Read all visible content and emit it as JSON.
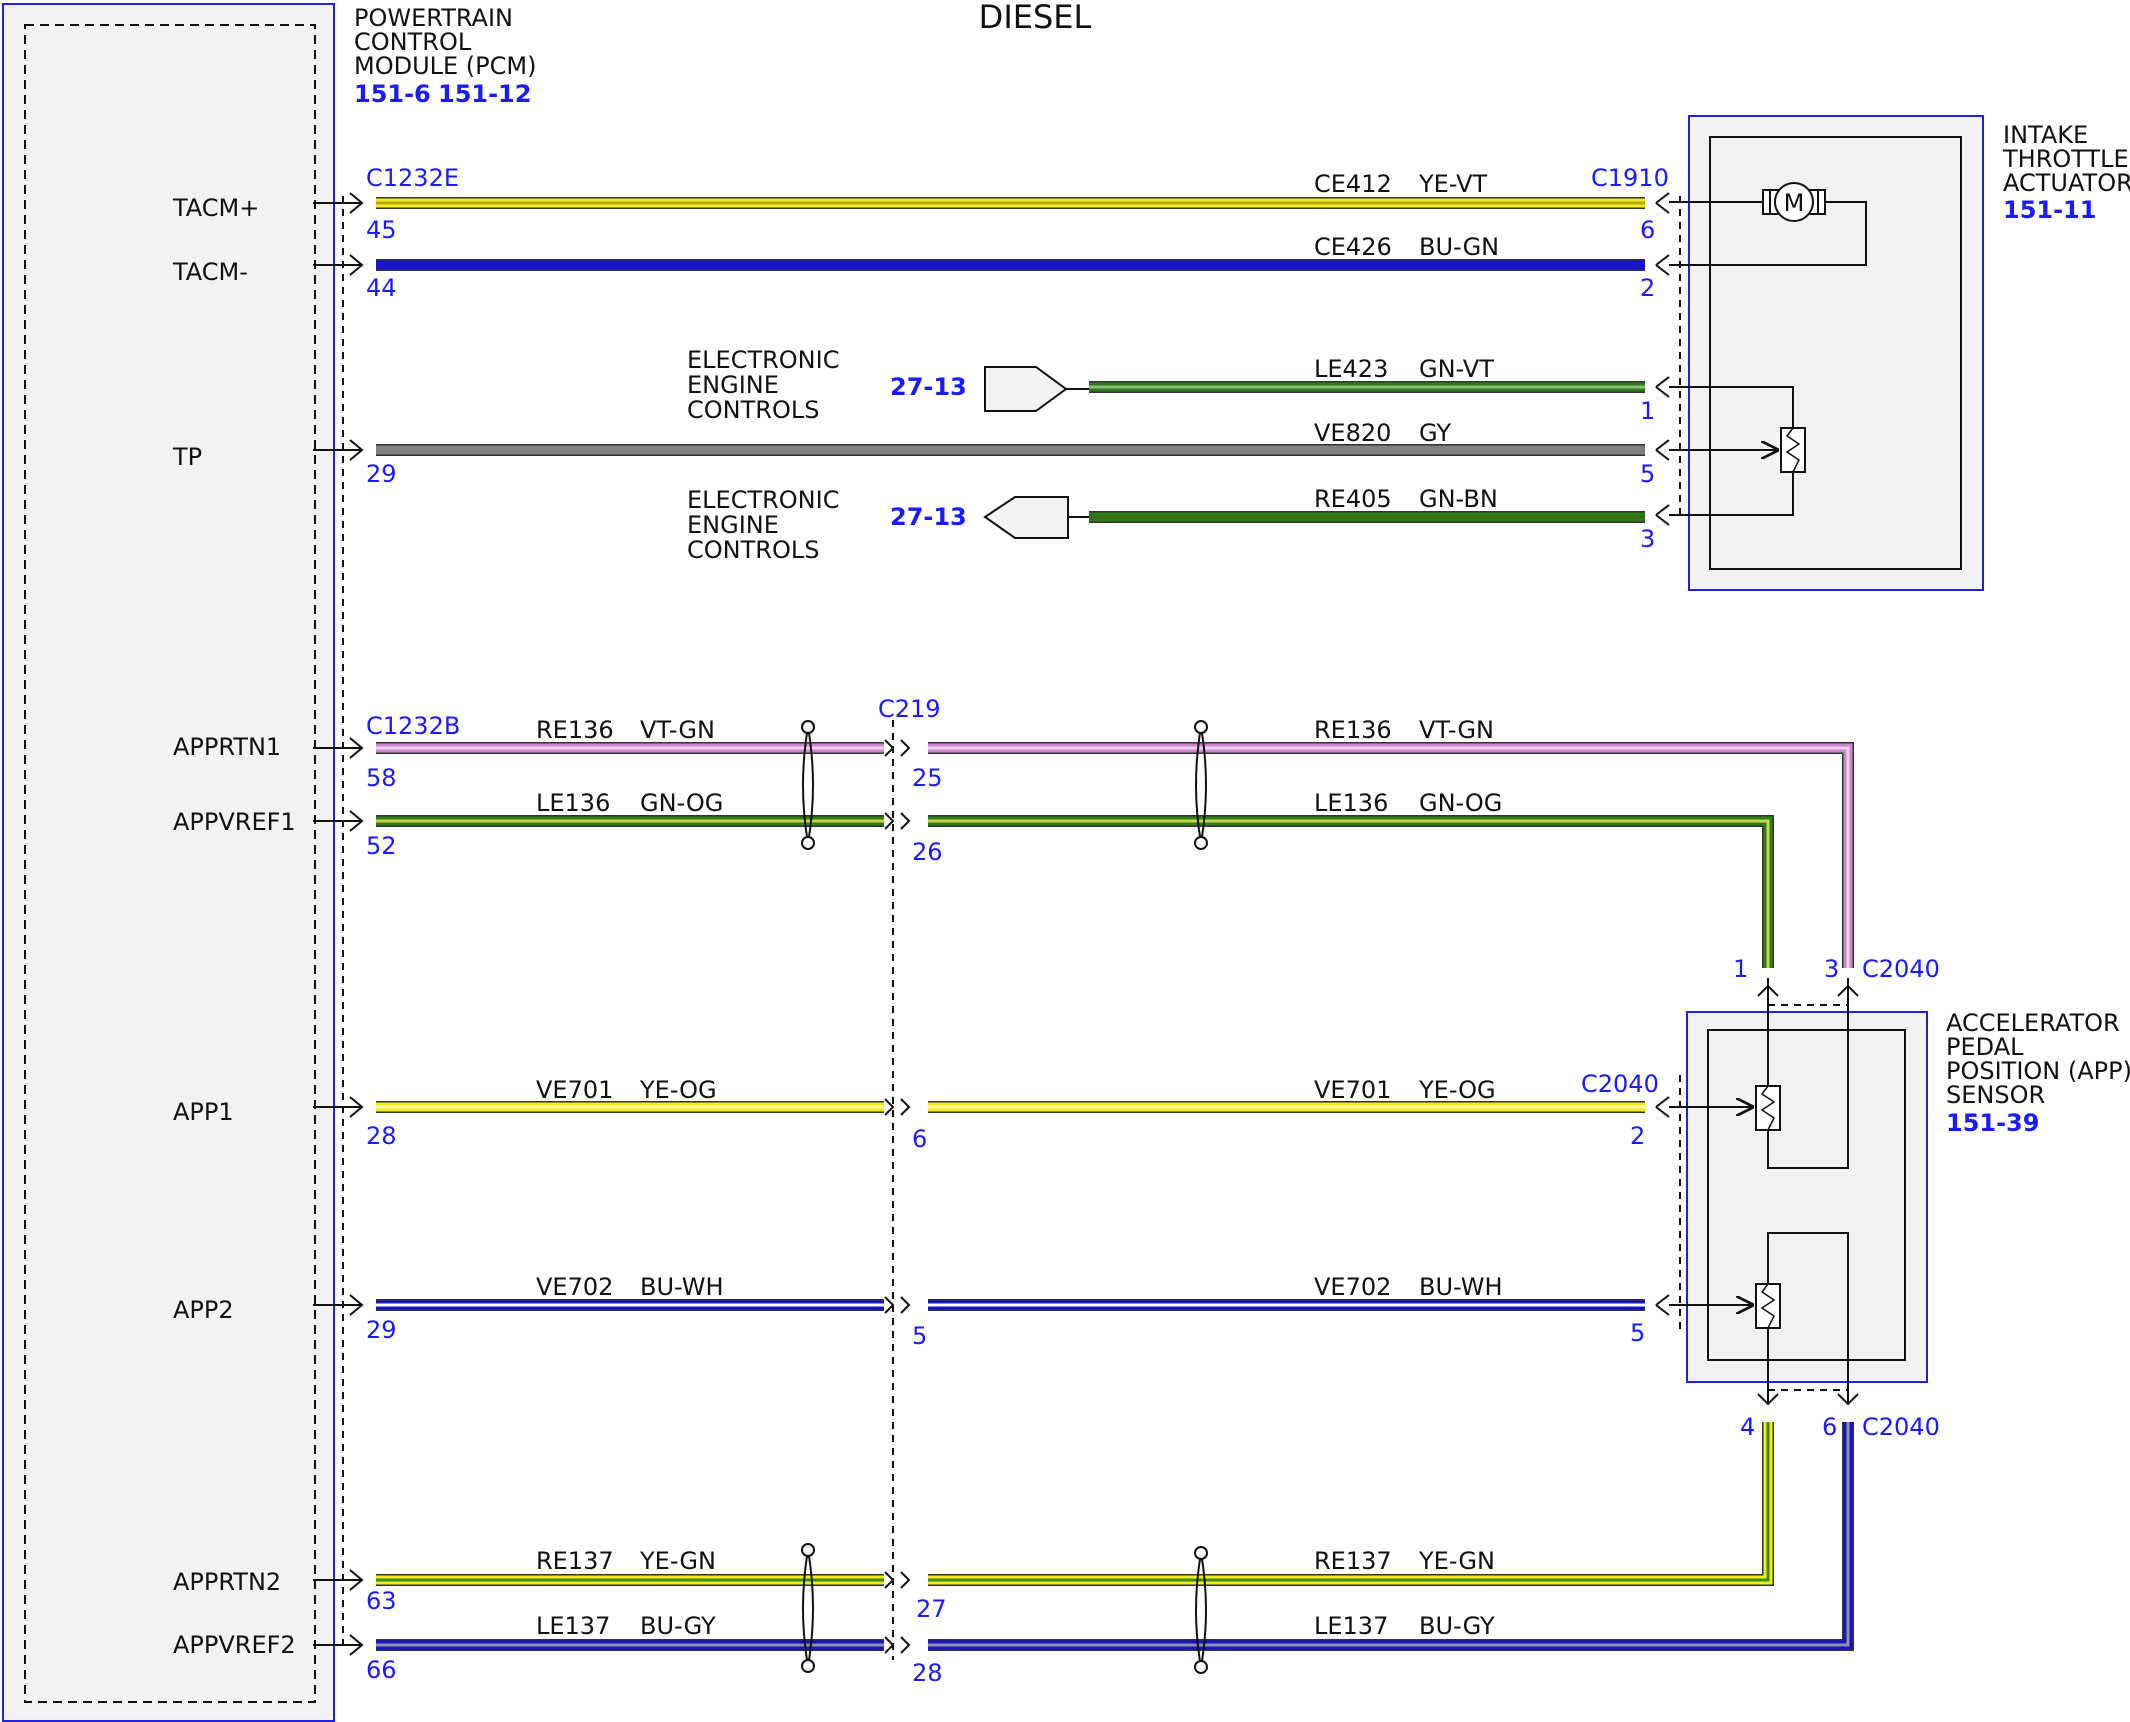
{
  "title": "DIESEL",
  "pcm": {
    "name": [
      "POWERTRAIN",
      "CONTROL",
      "MODULE (PCM)"
    ],
    "ref1": "151-6",
    "ref2": "151-12"
  },
  "ita": {
    "name": [
      "INTAKE",
      "THROTTLE",
      "ACTUATOR"
    ],
    "ref": "151-11"
  },
  "app_sensor": {
    "name": [
      "ACCELERATOR",
      "PEDAL",
      "POSITION (APP)",
      "SENSOR"
    ],
    "ref": "151-39"
  },
  "eec": {
    "name": [
      "ELECTRONIC",
      "ENGINE",
      "CONTROLS"
    ],
    "ref": "27-13"
  },
  "connectors": {
    "c1232e": "C1232E",
    "c1232b": "C1232B",
    "c1910": "C1910",
    "c219": "C219",
    "c2040": "C2040"
  },
  "signals": {
    "tacm_pos": "TACM+",
    "tacm_neg": "TACM-",
    "tp": "TP",
    "apprtn1": "APPRTN1",
    "appvref1": "APPVREF1",
    "app1": "APP1",
    "app2": "APP2",
    "apprtn2": "APPRTN2",
    "appvref2": "APPVREF2"
  },
  "motor": "M",
  "wires": {
    "ce412": {
      "circuit": "CE412",
      "color": "YE-VT",
      "pin_pcm": "45",
      "pin_dev": "6"
    },
    "ce426": {
      "circuit": "CE426",
      "color": "BU-GN",
      "pin_pcm": "44",
      "pin_dev": "2"
    },
    "le423": {
      "circuit": "LE423",
      "color": "GN-VT",
      "pin_dev": "1"
    },
    "ve820": {
      "circuit": "VE820",
      "color": "GY",
      "pin_pcm": "29",
      "pin_dev": "5"
    },
    "re405": {
      "circuit": "RE405",
      "color": "GN-BN",
      "pin_dev": "3"
    },
    "re136": {
      "circuit": "RE136",
      "color": "VT-GN",
      "pin_pcm": "58",
      "pin_c219": "25",
      "pin_dev": "3"
    },
    "le136": {
      "circuit": "LE136",
      "color": "GN-OG",
      "pin_pcm": "52",
      "pin_c219": "26",
      "pin_dev": "1"
    },
    "ve701": {
      "circuit": "VE701",
      "color": "YE-OG",
      "pin_pcm": "28",
      "pin_c219": "6",
      "pin_dev": "2"
    },
    "ve702": {
      "circuit": "VE702",
      "color": "BU-WH",
      "pin_pcm": "29",
      "pin_c219": "5",
      "pin_dev": "5"
    },
    "re137": {
      "circuit": "RE137",
      "color": "YE-GN",
      "pin_pcm": "63",
      "pin_c219": "27",
      "pin_dev": "4"
    },
    "le137": {
      "circuit": "LE137",
      "color": "BU-GY",
      "pin_pcm": "66",
      "pin_c219": "28",
      "pin_dev": "6"
    }
  },
  "colors": {
    "yellow": "#f2ee14",
    "blue": "#1414c8",
    "green": "#2e7d1a",
    "gray": "#808080",
    "violet": "#cc88cc",
    "ref_blue": "#1a1aff",
    "box_fill": "#f2f2f2"
  }
}
